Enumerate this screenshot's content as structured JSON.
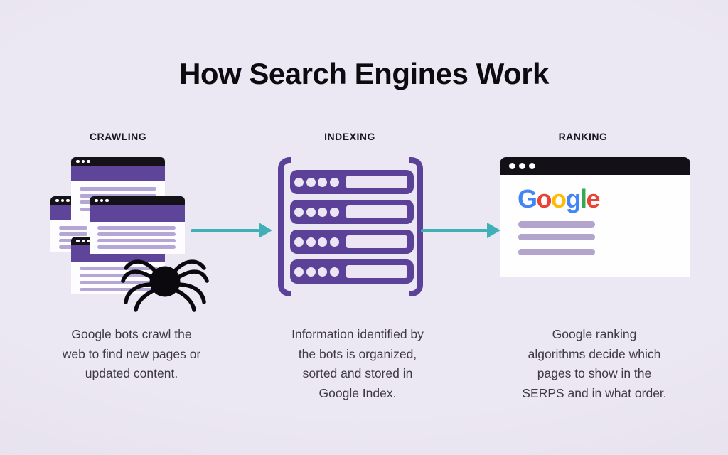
{
  "title": "How Search Engines Work",
  "stages": [
    {
      "label": "CRAWLING",
      "description": "Google bots crawl the\nweb to find new pages or\nupdated content."
    },
    {
      "label": "INDEXING",
      "description": "Information identified by\nthe bots is organized,\nsorted and stored in\nGoogle Index."
    },
    {
      "label": "RANKING",
      "description": "Google ranking\nalgorithms decide which\npages to show in the\nSERPS and in what order."
    }
  ],
  "google_logo": {
    "letters": [
      {
        "char": "G",
        "style": "color:#4285F4"
      },
      {
        "char": "o",
        "style": "color:#EA4335"
      },
      {
        "char": "o",
        "style": "color:#FBBC05"
      },
      {
        "char": "g",
        "style": "color:#4285F4"
      },
      {
        "char": "l",
        "style": "color:#34A853"
      },
      {
        "char": "e",
        "style": "color:#EA4335"
      }
    ]
  },
  "colors": {
    "background": "#ebe6f2",
    "purple": "#5b4197",
    "light_purple": "#b5a7d5",
    "teal": "#3fb0b6",
    "bar_black": "#141118",
    "text": "#3e3945"
  }
}
